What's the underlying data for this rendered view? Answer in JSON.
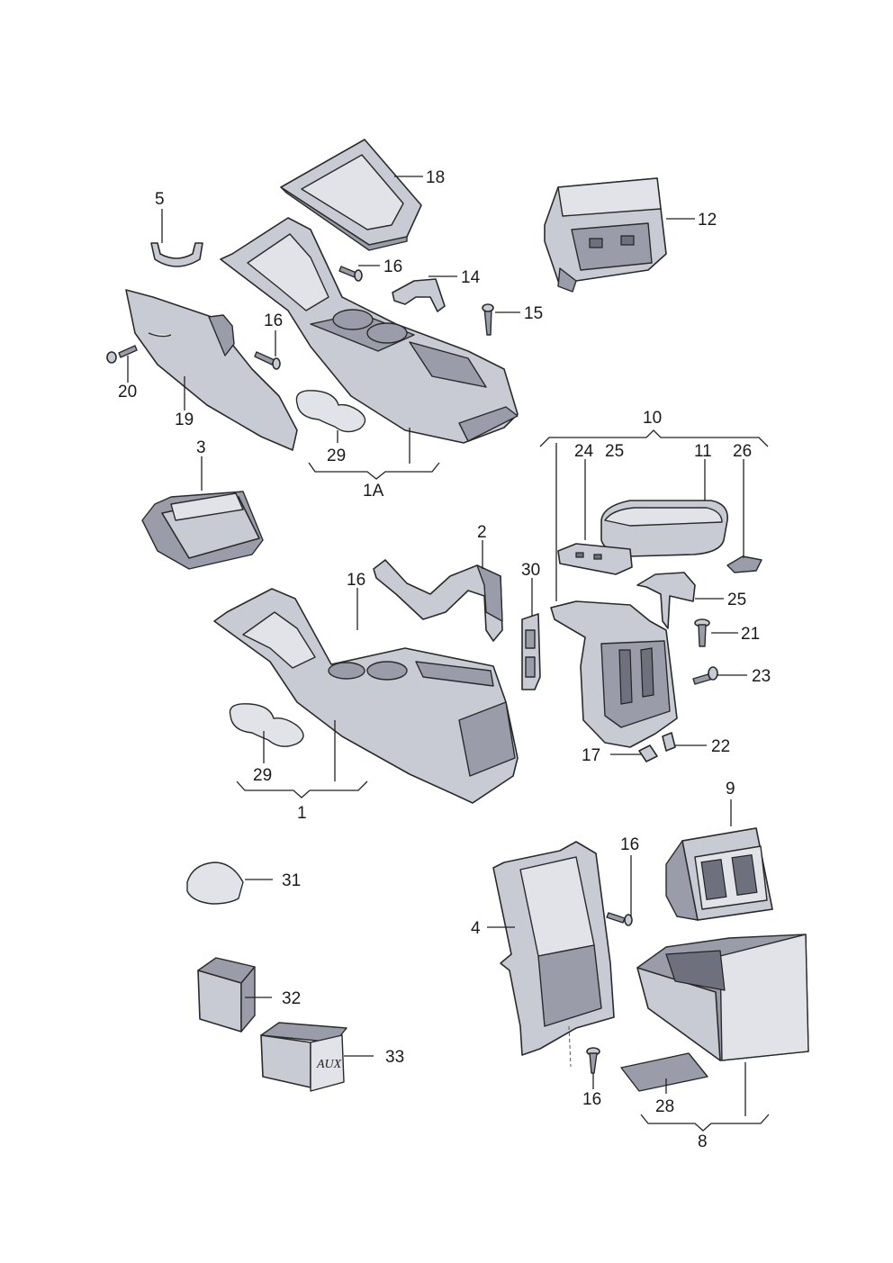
{
  "labels": {
    "l18": "18",
    "l5": "5",
    "l12": "12",
    "l16a": "16",
    "l14": "14",
    "l15": "15",
    "l16b": "16",
    "l20": "20",
    "l19": "19",
    "l29a": "29",
    "l1A": "1A",
    "l10": "10",
    "l24": "24",
    "l25a": "25",
    "l11": "11",
    "l26": "26",
    "l3": "3",
    "l2": "2",
    "l30": "30",
    "l16c": "16",
    "l25b": "25",
    "l21": "21",
    "l23": "23",
    "l22": "22",
    "l17": "17",
    "l29b": "29",
    "l1": "1",
    "l9": "9",
    "l16d": "16",
    "l31": "31",
    "l4": "4",
    "l32": "32",
    "l33": "33",
    "l16e": "16",
    "l28": "28",
    "l8": "8"
  },
  "part_text": {
    "aux_socket": "AUX"
  },
  "colors": {
    "part_fill": "#c9cbd4",
    "part_dark": "#9a9da9",
    "part_light": "#e2e3e9",
    "ink": "#1a1a1a"
  }
}
